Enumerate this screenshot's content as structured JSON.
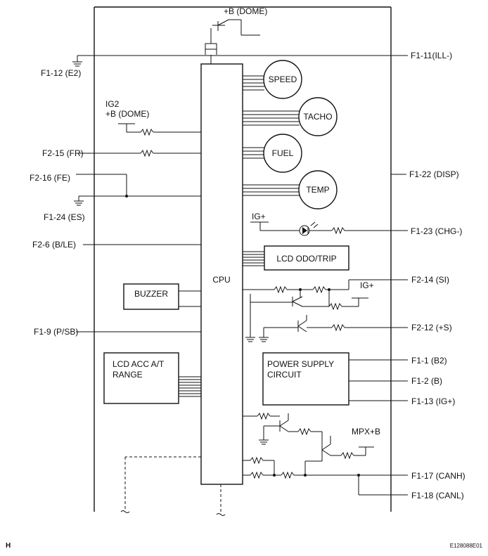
{
  "labels": {
    "dome_top": "+B (DOME)",
    "e2": "F1-12 (E2)",
    "ill": "F1-11(ILL-)",
    "ig2": "IG2",
    "dome_left": "+B (DOME)",
    "fr": "F2-15 (FR)",
    "fe": "F2-16 (FE)",
    "es": "F1-24 (ES)",
    "ble": "F2-6 (B/LE)",
    "psb": "F1-9 (P/SB)",
    "disp": "F1-22 (DISP)",
    "ig_plus": "IG+",
    "chg": "F1-23 (CHG-)",
    "si": "F2-14 (SI)",
    "ig_plus2": "IG+",
    "plus_s": "F2-12 (+S)",
    "b2": "F1-1 (B2)",
    "b": "F1-2 (B)",
    "ig_plus3": "F1-13 (IG+)",
    "mpx": "MPX+B",
    "canh": "F1-17 (CANH)",
    "canl": "F1-18 (CANL)",
    "corner_left": "H",
    "corner_right": "E128088E01"
  },
  "blocks": {
    "cpu": "CPU",
    "speed": "SPEED",
    "tacho": "TACHO",
    "fuel": "FUEL",
    "temp": "TEMP",
    "lcd_odo": "LCD ODO/TRIP",
    "buzzer": "BUZZER",
    "lcd_acc_1": "LCD ACC A/T",
    "lcd_acc_2": "RANGE",
    "psu_1": "POWER SUPPLY",
    "psu_2": "CIRCUIT"
  }
}
